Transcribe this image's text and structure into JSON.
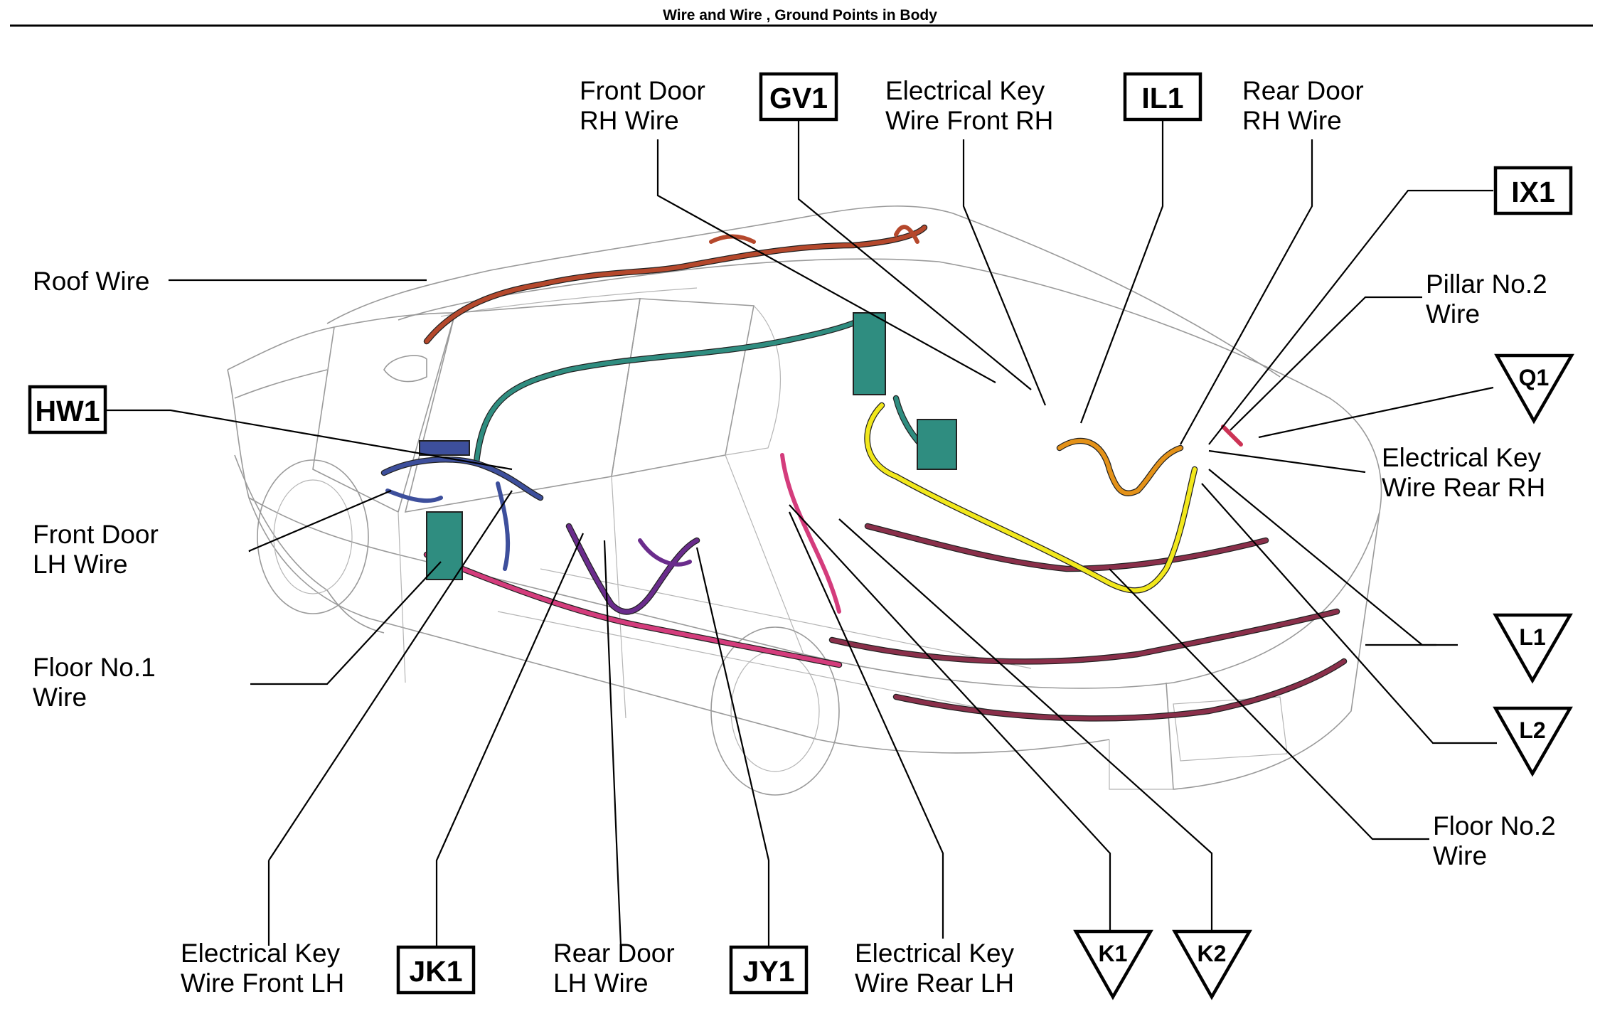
{
  "header": {
    "title": "Wire and Wire , Ground Points in Body"
  },
  "wire_labels": {
    "front_door_rh": [
      "Front Door",
      "RH Wire"
    ],
    "ek_front_rh": [
      "Electrical Key",
      "Wire Front RH"
    ],
    "rear_door_rh": [
      "Rear Door",
      "RH Wire"
    ],
    "roof": [
      "Roof Wire"
    ],
    "pillar_no2": [
      "Pillar No.2",
      "Wire"
    ],
    "ek_rear_rh": [
      "Electrical Key",
      "Wire Rear RH"
    ],
    "front_door_lh": [
      "Front Door",
      "LH Wire"
    ],
    "floor_no1": [
      "Floor No.1",
      "Wire"
    ],
    "floor_no2": [
      "Floor No.2",
      "Wire"
    ],
    "ek_front_lh": [
      "Electrical Key",
      "Wire Front LH"
    ],
    "rear_door_lh": [
      "Rear Door",
      "LH Wire"
    ],
    "ek_rear_lh": [
      "Electrical Key",
      "Wire Rear LH"
    ]
  },
  "connector_codes": {
    "gv1": "GV1",
    "il1": "IL1",
    "ix1": "IX1",
    "hw1": "HW1",
    "jk1": "JK1",
    "jy1": "JY1"
  },
  "ground_points": {
    "q1": "Q1",
    "l1": "L1",
    "l2": "L2",
    "k1": "K1",
    "k2": "K2"
  },
  "colors": {
    "roof": "#b5482c",
    "front_door_rh": "#2f8d80",
    "front_door_lh": "#3d4f9c",
    "floor_no1": "#d43c7c",
    "rear_door_lh": "#6a2c8c",
    "floor_no2": "#8a2f4a",
    "ek_rear": "#f2e81c",
    "ek_front_rh": "#e49219",
    "pillar": "#cc3355"
  }
}
